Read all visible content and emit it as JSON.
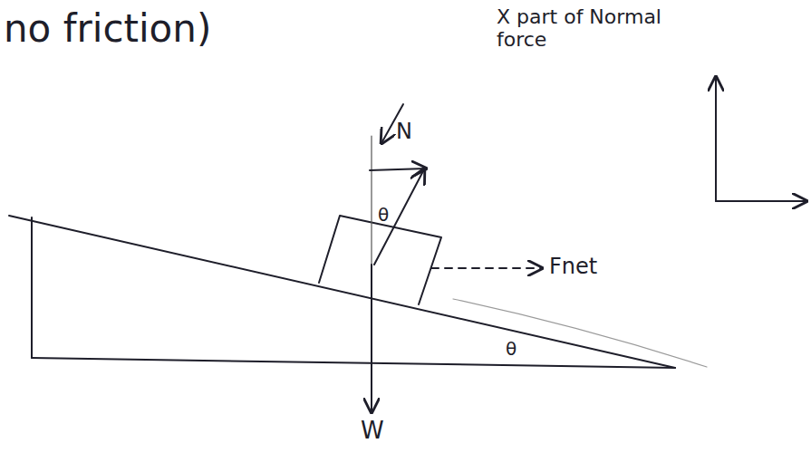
{
  "diagram": {
    "labels": [
      "no friction)",
      "X part of Normal force",
      "N",
      "θ",
      "Fnet",
      "θ",
      "W"
    ]
  }
}
